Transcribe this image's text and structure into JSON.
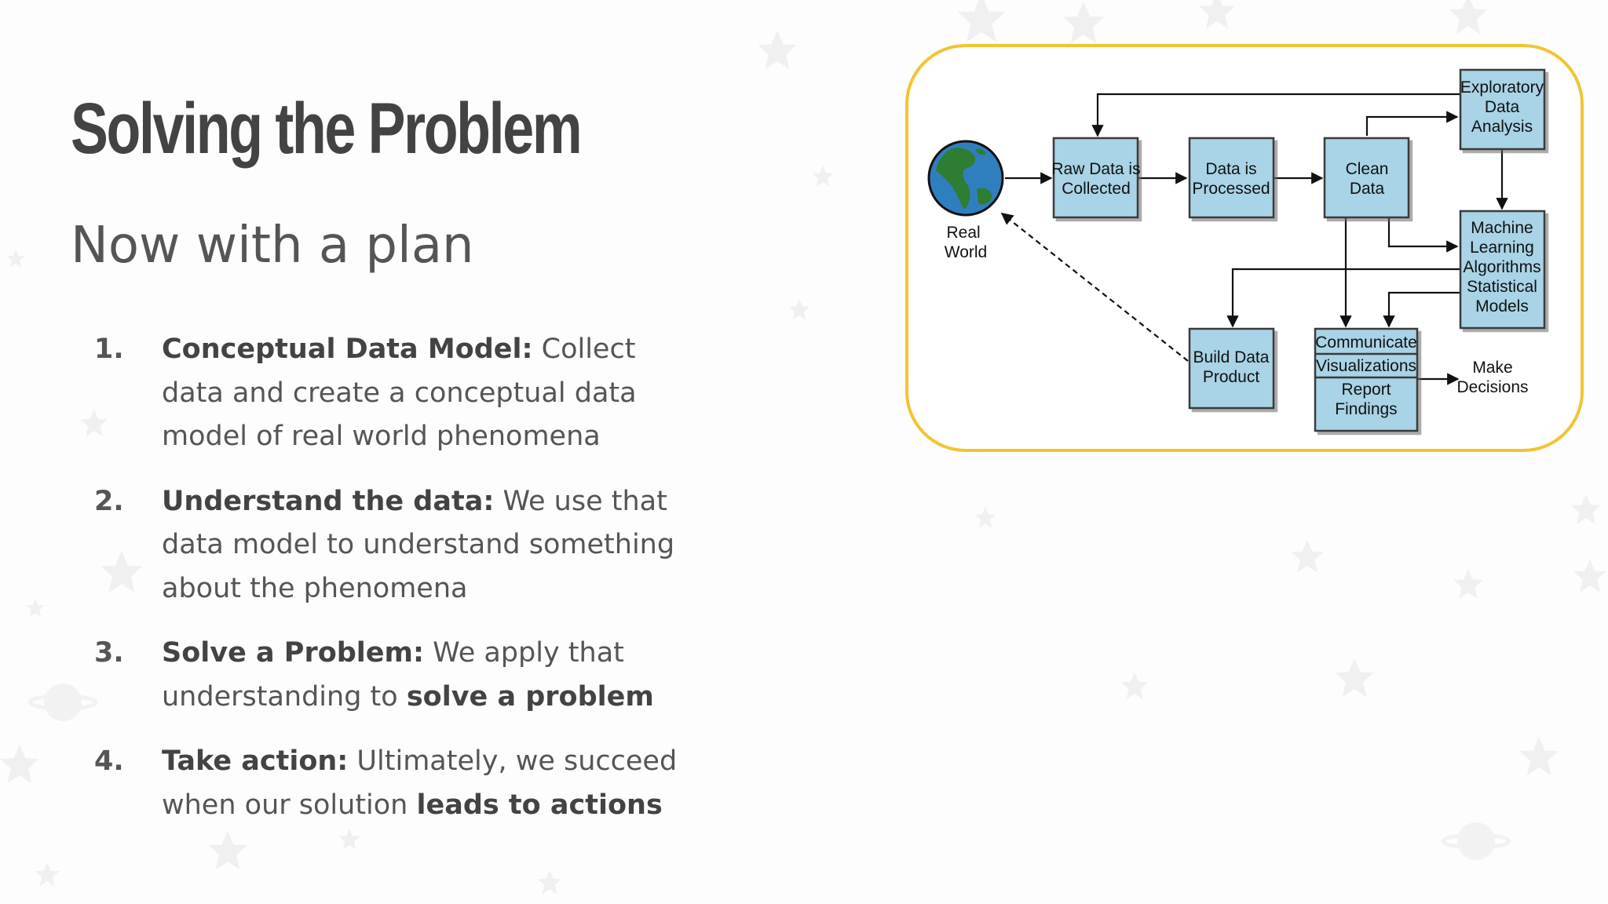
{
  "slide": {
    "title": "Solving the Problem",
    "subtitle": "Now with a plan"
  },
  "steps": [
    {
      "number": "1.",
      "term": "Conceptual Data Model:",
      "text": " Collect data and create a conceptual data model of real world phenomena",
      "text2": "",
      "emph": ""
    },
    {
      "number": "2.",
      "term": "Understand the data:",
      "text": " We use that data model to understand something about the phenomena",
      "text2": "",
      "emph": ""
    },
    {
      "number": "3.",
      "term": "Solve a Problem:",
      "text": " We apply that understanding to ",
      "emph": "solve a problem",
      "text2": ""
    },
    {
      "number": "4.",
      "term": "Take action:",
      "text": " Ultimately, we succeed when our solution ",
      "emph": "leads to actions",
      "text2": ""
    }
  ],
  "diagram": {
    "real_world": [
      "Real",
      "World"
    ],
    "raw_data": [
      "Raw Data is",
      "Collected"
    ],
    "processed": [
      "Data is",
      "Processed"
    ],
    "clean": [
      "Clean",
      "Data"
    ],
    "eda": [
      "Exploratory",
      "Data",
      "Analysis"
    ],
    "ml": [
      "Machine",
      "Learning",
      "Algorithms",
      "Statistical",
      "Models"
    ],
    "build": [
      "Build Data",
      "Product"
    ],
    "communicate": "Communicate",
    "visualizations": "Visualizations",
    "report": [
      "Report",
      "Findings"
    ],
    "decisions": [
      "Make",
      "Decisions"
    ],
    "colors": {
      "box_fill": "#a9d3e6",
      "box_stroke": "#3a3a3a",
      "frame": "#f2c431",
      "ocean": "#2f7fbf",
      "land": "#2e7d32"
    }
  }
}
